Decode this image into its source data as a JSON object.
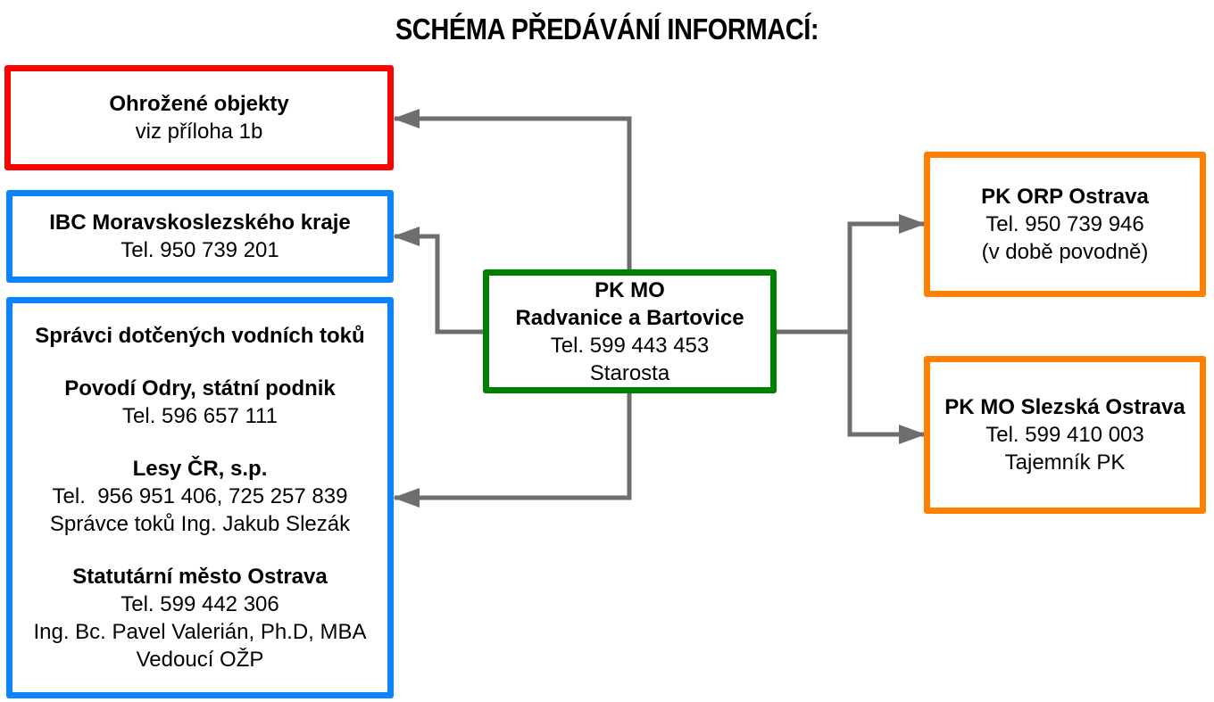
{
  "title": "SCHÉMA PŘEDÁVÁNÍ INFORMACÍ:",
  "colors": {
    "threatened": "#ff0000",
    "recipient_blue": "#0a84ff",
    "center": "#008000",
    "upstream_orange": "#ff8000",
    "connector": "#6e6e6e"
  },
  "center": {
    "heading1": "PK MO",
    "heading2": "Radvanice a Bartovice",
    "phone": "Tel. 599 443 453",
    "role": "Starosta"
  },
  "left": {
    "threatened": {
      "heading": "Ohrožené objekty",
      "note": "viz příloha 1b"
    },
    "ibc": {
      "heading": "IBC Moravskoslezského kraje",
      "phone": "Tel. 950 739 201"
    },
    "watercourses": {
      "heading": "Správci dotčených vodních toků",
      "entries": [
        {
          "name": "Povodí Odry, státní podnik",
          "lines": [
            "Tel. 596 657 111"
          ]
        },
        {
          "name": "Lesy ČR, s.p.",
          "lines": [
            "Tel.  956 951 406, 725 257 839",
            "Správce toků Ing. Jakub Slezák"
          ]
        },
        {
          "name": "Statutární město Ostrava",
          "lines": [
            "Tel. 599 442 306",
            "Ing. Bc. Pavel Valerián, Ph.D, MBA",
            "Vedoucí OŽP"
          ]
        }
      ]
    }
  },
  "right": {
    "orp": {
      "heading": "PK ORP Ostrava",
      "phone": "Tel. 950 739 946",
      "note": "(v době povodně)"
    },
    "slezska": {
      "heading": "PK MO Slezská Ostrava",
      "phone": "Tel. 599 410 003",
      "role": "Tajemník PK"
    }
  }
}
